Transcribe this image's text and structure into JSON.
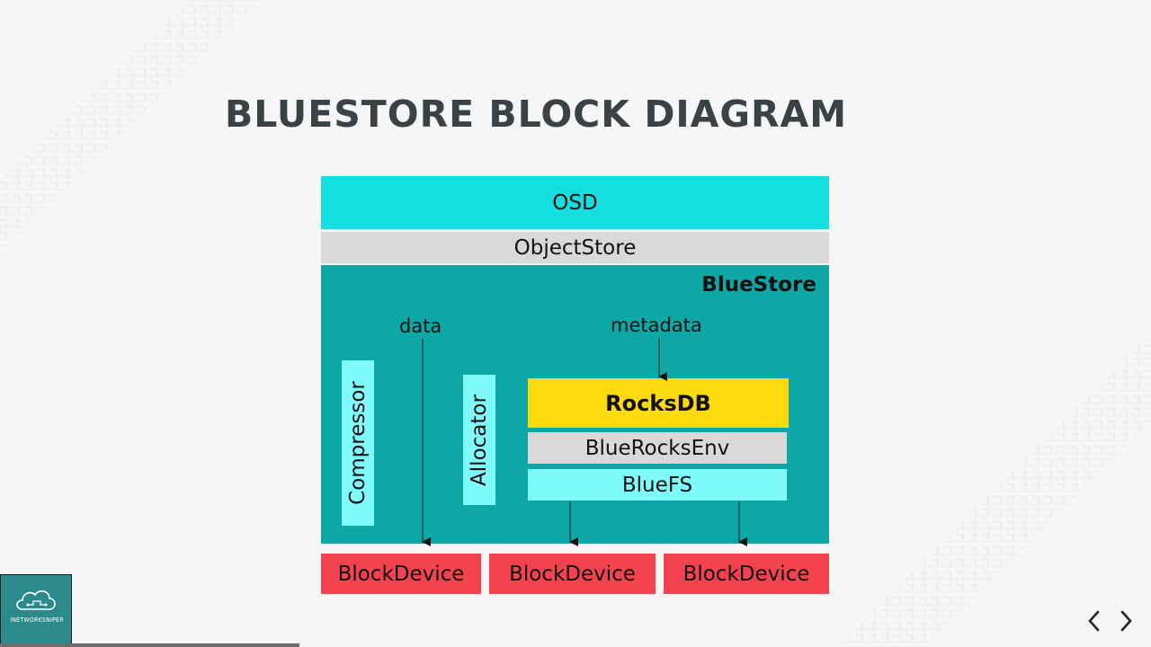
{
  "slide": {
    "title": "BLUESTORE BLOCK DIAGRAM",
    "progress_fraction": 0.26
  },
  "diagram": {
    "osd": "OSD",
    "objectstore": "ObjectStore",
    "bluestore": "BlueStore",
    "data_label": "data",
    "metadata_label": "metadata",
    "compressor": "Compressor",
    "allocator": "Allocator",
    "rocksdb": "RocksDB",
    "bluerocksenv": "BlueRocksEnv",
    "bluefs": "BlueFS",
    "block_devices": [
      "BlockDevice",
      "BlockDevice",
      "BlockDevice"
    ]
  },
  "logo": {
    "text": "INETWORKSNIPER",
    "icon": "cloud-network-icon"
  },
  "nav": {
    "prev_icon": "chevron-left-icon",
    "next_icon": "chevron-right-icon"
  },
  "colors": {
    "osd": "#13dfe0",
    "objectstore": "#d9d9d9",
    "bluestore": "#0da8a6",
    "rocksdb": "#fbdb0e",
    "bluefs": "#7ffbfb",
    "blockdevice": "#f2434e",
    "title": "#3a4246"
  }
}
